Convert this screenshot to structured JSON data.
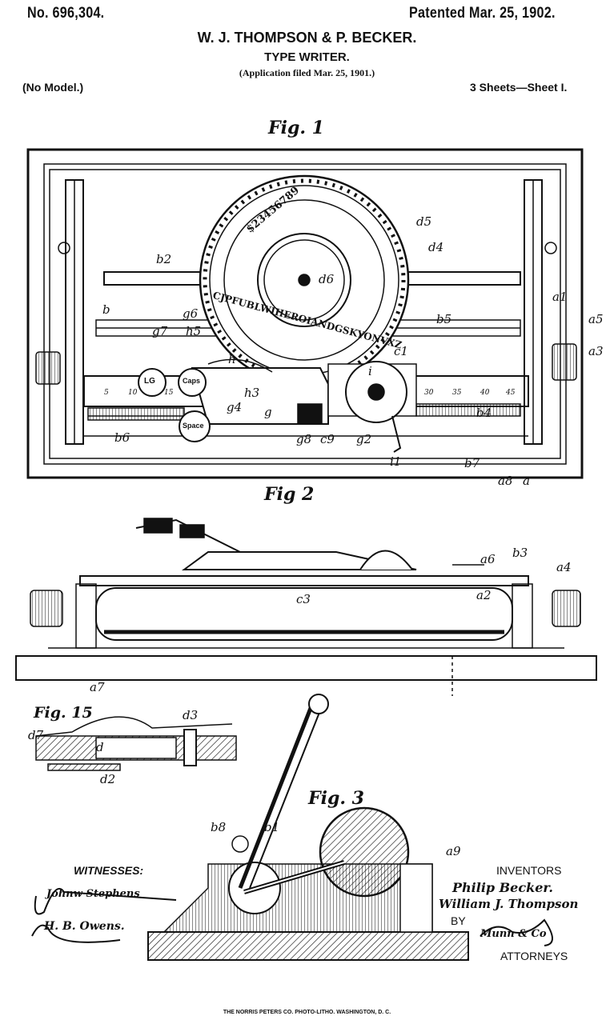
{
  "header": {
    "patent_number": "No. 696,304.",
    "patent_date": "Patented Mar. 25, 1902.",
    "inventors": "W. J. THOMPSON & P. BECKER.",
    "title": "TYPE WRITER.",
    "application": "(Application filed Mar. 25, 1901.)",
    "model": "(No Model.)",
    "sheets": "3 Sheets—Sheet I."
  },
  "figures": {
    "fig1": "Fig. 1",
    "fig2": "Fig 2",
    "fig15": "Fig. 15",
    "fig3": "Fig. 3"
  },
  "keys": {
    "lg": "LG",
    "caps": "Caps",
    "space": "Space"
  },
  "dial_letters": "CJPFUBLWIHEROIANDGSKYONVXZ",
  "dial_digits": "$23456789",
  "reference_labels": [
    "d5",
    "d4",
    "d6",
    "b2",
    "a1",
    "b",
    "g6",
    "g7",
    "h5",
    "b5",
    "a3",
    "a5",
    "h",
    "g4",
    "h3",
    "g",
    "c1",
    "i",
    "b4",
    "b6",
    "g8",
    "c9",
    "g2",
    "i1",
    "b7",
    "a8",
    "a",
    "a6",
    "b3",
    "a4",
    "a2",
    "c3",
    "a7",
    "d7",
    "d3",
    "d",
    "d2",
    "b1",
    "b8",
    "a9"
  ],
  "scale_numbers": [
    "5",
    "10",
    "15",
    "30",
    "35",
    "40",
    "45"
  ],
  "signatures": {
    "witnesses_label": "WITNESSES:",
    "witness1": "Johnw Stephens",
    "witness2": "H. B. Owens.",
    "inventors_label": "INVENTORS",
    "inventor1": "Philip Becker.",
    "inventor2": "William J. Thompson",
    "by": "BY",
    "attorney": "Munn & Co",
    "attorneys_label": "ATTORNEYS"
  },
  "footer": "THE NORRIS PETERS CO. PHOTO-LITHO. WASHINGTON, D. C."
}
